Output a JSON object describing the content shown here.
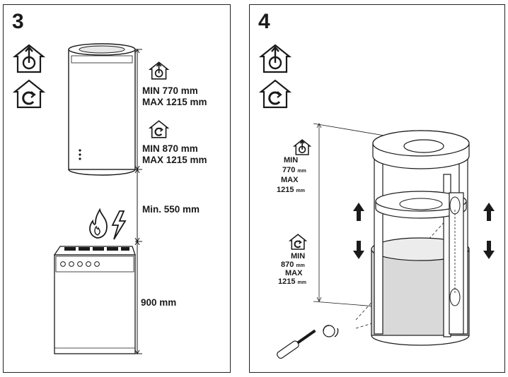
{
  "panel3": {
    "step": "3",
    "labels": {
      "ducted_min": "MIN 770 mm",
      "ducted_max": "MAX 1215 mm",
      "recirc_min": "MIN 870 mm",
      "recirc_max": "MAX 1215 mm",
      "gap": "Min. 550 mm",
      "hob_height": "900 mm"
    }
  },
  "panel4": {
    "step": "4",
    "labels": {
      "ducted_min": "MIN",
      "ducted_min_val": "770",
      "ducted_max": "MAX",
      "ducted_max_val": "1215",
      "recirc_min": "MIN",
      "recirc_min_val": "870",
      "recirc_max": "MAX",
      "recirc_max_val": "1215",
      "unit": "mm"
    }
  },
  "icons": [
    "ducted-mode-icon",
    "recirculation-mode-icon",
    "flame-icon",
    "electric-icon",
    "screwdriver-icon"
  ],
  "colors": {
    "line": "#1a1a1a",
    "shade": "#d9d9d9",
    "panel_border": "#222222"
  }
}
